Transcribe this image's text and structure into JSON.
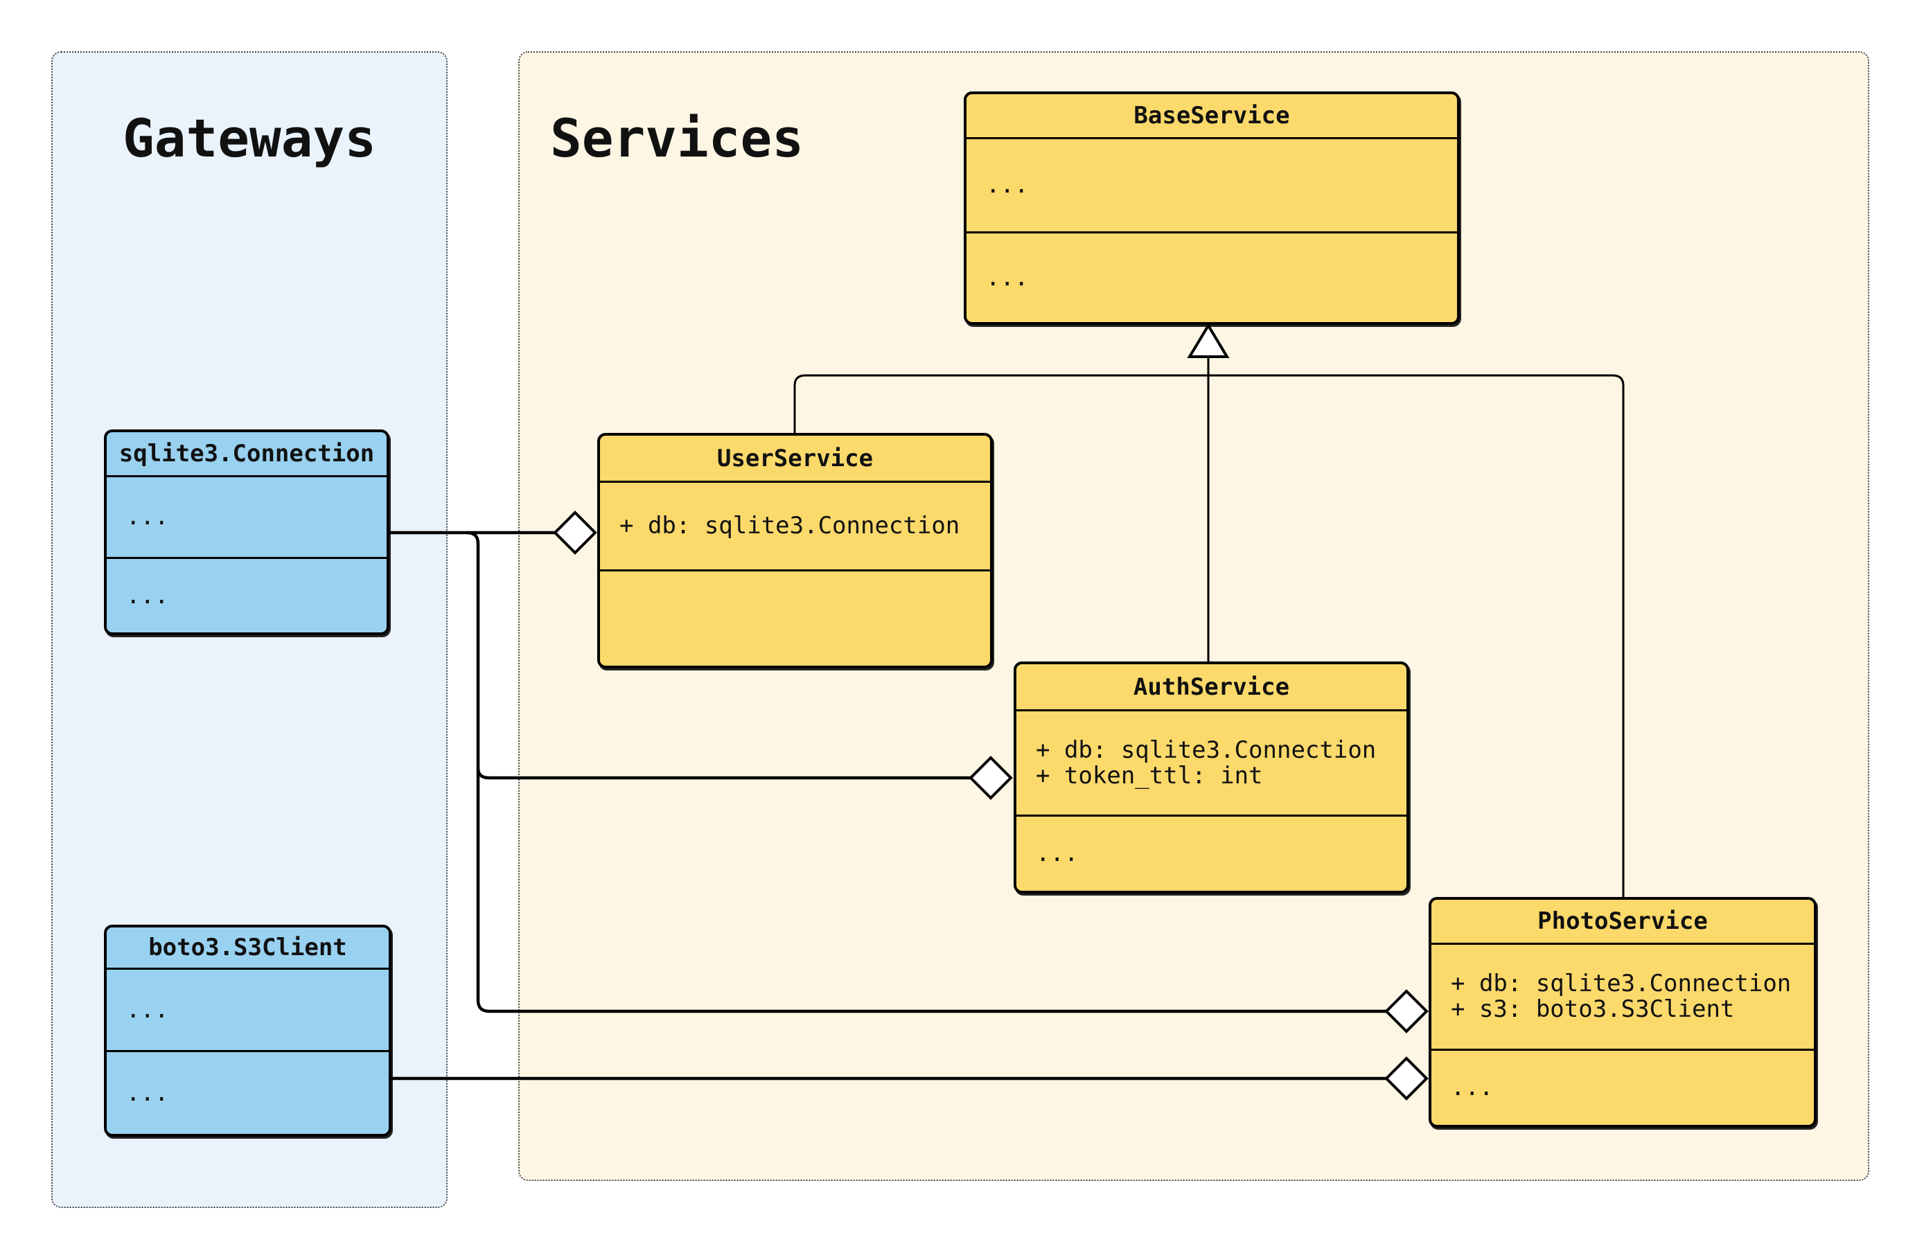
{
  "diagram": {
    "panels": {
      "gateways": {
        "label": "Gateways"
      },
      "services": {
        "label": "Services"
      }
    },
    "classes": {
      "base": {
        "title": "BaseService",
        "attributes": [
          "..."
        ],
        "methods": [
          "..."
        ]
      },
      "user": {
        "title": "UserService",
        "attributes": [
          "+ db: sqlite3.Connection"
        ],
        "methods": []
      },
      "auth": {
        "title": "AuthService",
        "attributes": [
          "+ db: sqlite3.Connection",
          "+ token_ttl: int"
        ],
        "methods": [
          "..."
        ]
      },
      "photo": {
        "title": "PhotoService",
        "attributes": [
          "+ db: sqlite3.Connection",
          "+ s3: boto3.S3Client"
        ],
        "methods": [
          "..."
        ]
      },
      "sqlite": {
        "title": "sqlite3.Connection",
        "attributes": [
          "..."
        ],
        "methods": [
          "..."
        ]
      },
      "boto": {
        "title": "boto3.S3Client",
        "attributes": [
          "..."
        ],
        "methods": [
          "..."
        ]
      }
    },
    "relationships": [
      {
        "from": "sqlite3.Connection",
        "to": "UserService",
        "type": "aggregation"
      },
      {
        "from": "sqlite3.Connection",
        "to": "AuthService",
        "type": "aggregation"
      },
      {
        "from": "sqlite3.Connection",
        "to": "PhotoService",
        "type": "aggregation"
      },
      {
        "from": "boto3.S3Client",
        "to": "PhotoService",
        "type": "aggregation"
      },
      {
        "from": "UserService",
        "to": "BaseService",
        "type": "inheritance"
      },
      {
        "from": "AuthService",
        "to": "BaseService",
        "type": "inheritance"
      },
      {
        "from": "PhotoService",
        "to": "BaseService",
        "type": "inheritance"
      }
    ],
    "colors": {
      "service_fill": "#FBD96B",
      "gateway_fill": "#99D1F0",
      "services_panel_bg": "#FDF6E4",
      "gateways_panel_bg": "#EAF2FB",
      "stroke": "#000000"
    }
  }
}
